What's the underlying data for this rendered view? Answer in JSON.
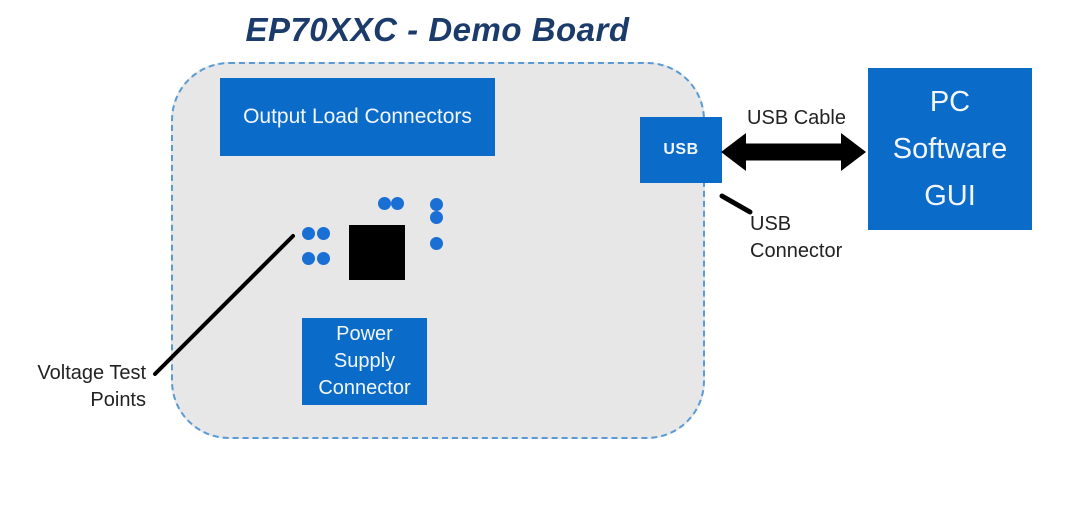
{
  "title": "EP70XXC - Demo Board",
  "board": {
    "output_load_connectors_label": "Output Load Connectors",
    "power_supply_connector_lines": [
      "Power",
      "Supply",
      "Connector"
    ],
    "usb_port_label": "USB",
    "test_point_count": 9
  },
  "pc_software_gui_lines": [
    "PC",
    "Software",
    "GUI"
  ],
  "annotations": {
    "usb_cable_label": "USB Cable",
    "usb_connector_lines": [
      "USB",
      "Connector"
    ],
    "voltage_test_points_lines": [
      "Voltage Test",
      "Points"
    ]
  },
  "colors": {
    "box_blue": "#0B6BC9",
    "dot_blue": "#1A6FD4",
    "board_fill": "#E7E7E8",
    "board_border_blue": "#5B9BD5",
    "title_navy": "#1B3C6B",
    "label_text": "#222222",
    "chip_black": "#000000",
    "arrow_black": "#000000"
  }
}
